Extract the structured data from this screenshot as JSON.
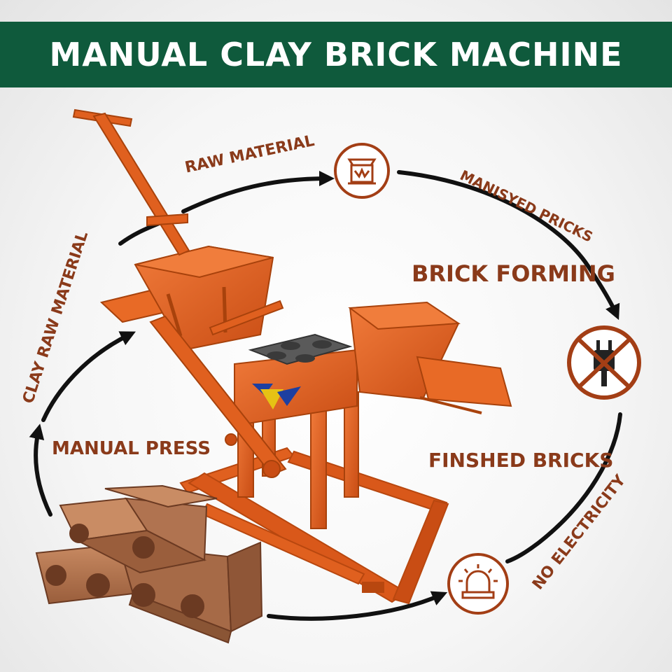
{
  "title": "MANUAL CLAY BRICK MACHINE",
  "labels": {
    "raw_material": "RAW MATERIAL",
    "manisyed_pricks": "MANISYED PRICKS",
    "brick_forming": "BRICK FORMING",
    "clay_raw_material": "CLAY RAW MATERIAL",
    "manual_press": "MANUAL PRESS",
    "finshed_bricks": "FINSHED BRICKS",
    "no_electricity": "NO ELECTRICITY"
  },
  "icons": {
    "top": "raw-material-hopper-icon",
    "right": "no-plug-icon",
    "bottom": "alarm-light-icon"
  },
  "colors": {
    "banner": "#0f5a3c",
    "label": "#8a3a1a",
    "machine": "#e0601f",
    "arrow": "#111111"
  }
}
